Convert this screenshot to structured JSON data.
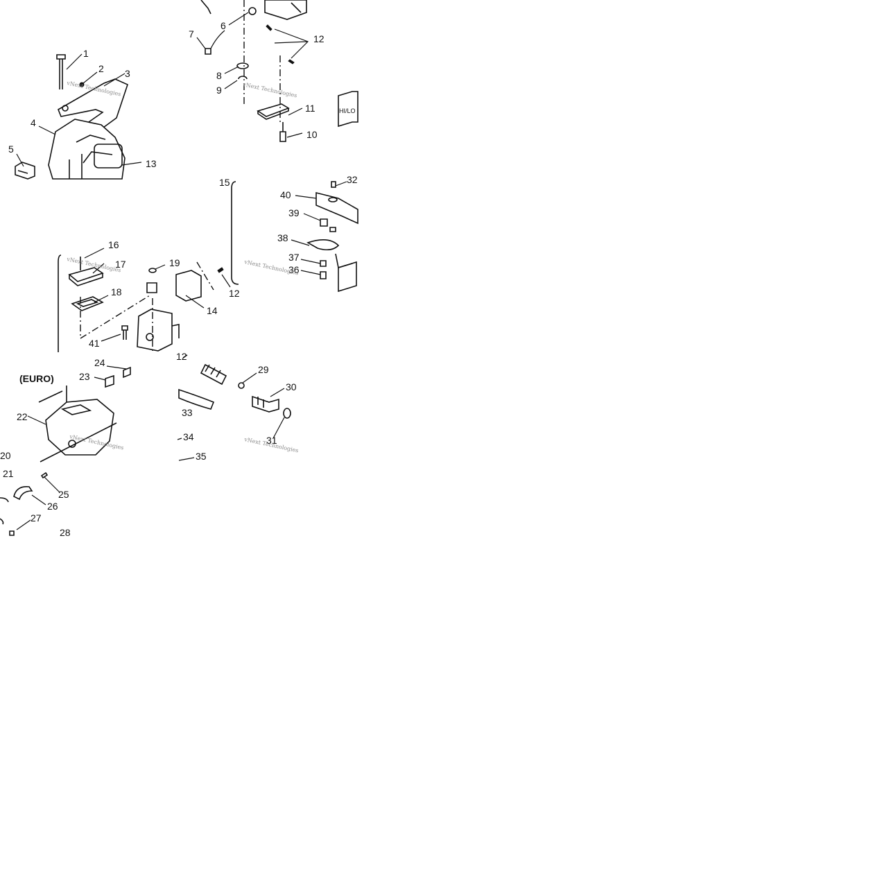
{
  "section_label": "(EURO)",
  "watermark": "vNext Technologies",
  "switch_label": "HI/LO",
  "callouts": [
    "1",
    "2",
    "3",
    "4",
    "5",
    "6",
    "7",
    "8",
    "9",
    "10",
    "11",
    "12",
    "12",
    "12",
    "13",
    "14",
    "15",
    "16",
    "17",
    "18",
    "19",
    "20",
    "21",
    "22",
    "23",
    "24",
    "25",
    "26",
    "27",
    "28",
    "29",
    "30",
    "31",
    "32",
    "33",
    "34",
    "35",
    "36",
    "37",
    "38",
    "39",
    "40",
    "41"
  ]
}
